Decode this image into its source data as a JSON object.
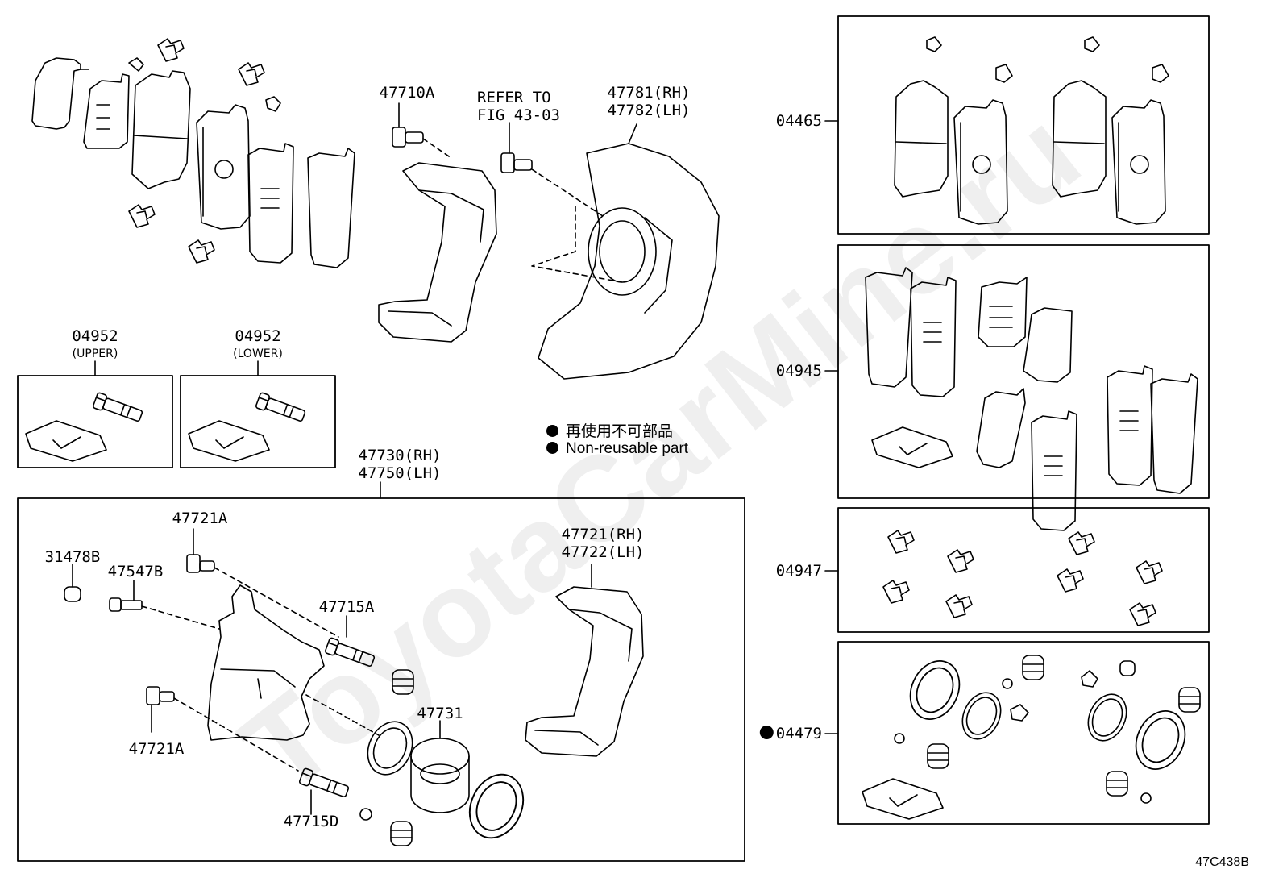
{
  "labels": {
    "p47710a": "47710A",
    "refer_line1": "REFER TO",
    "refer_line2": "FIG 43-03",
    "p47781": "47781(RH)",
    "p47782": "47782(LH)",
    "p04952_upper": "04952",
    "upper": "(UPPER)",
    "p04952_lower": "04952",
    "lower": "(LOWER)",
    "p47730": "47730(RH)",
    "p47750": "47750(LH)",
    "p47721a_top": "47721A",
    "p31478b": "31478B",
    "p47547b": "47547B",
    "p47715a": "47715A",
    "p47721": "47721(RH)",
    "p47722": "47722(LH)",
    "p47731": "47731",
    "p47721a_bottom": "47721A",
    "p47715d": "47715D",
    "p04465": "04465",
    "p04945": "04945",
    "p04947": "04947",
    "p04479": "04479"
  },
  "legend": {
    "jp": "再使用不可部品",
    "en": "Non-reusable part"
  },
  "watermark": "ToyotaCarMine.ru",
  "figure_code": "47C438B"
}
